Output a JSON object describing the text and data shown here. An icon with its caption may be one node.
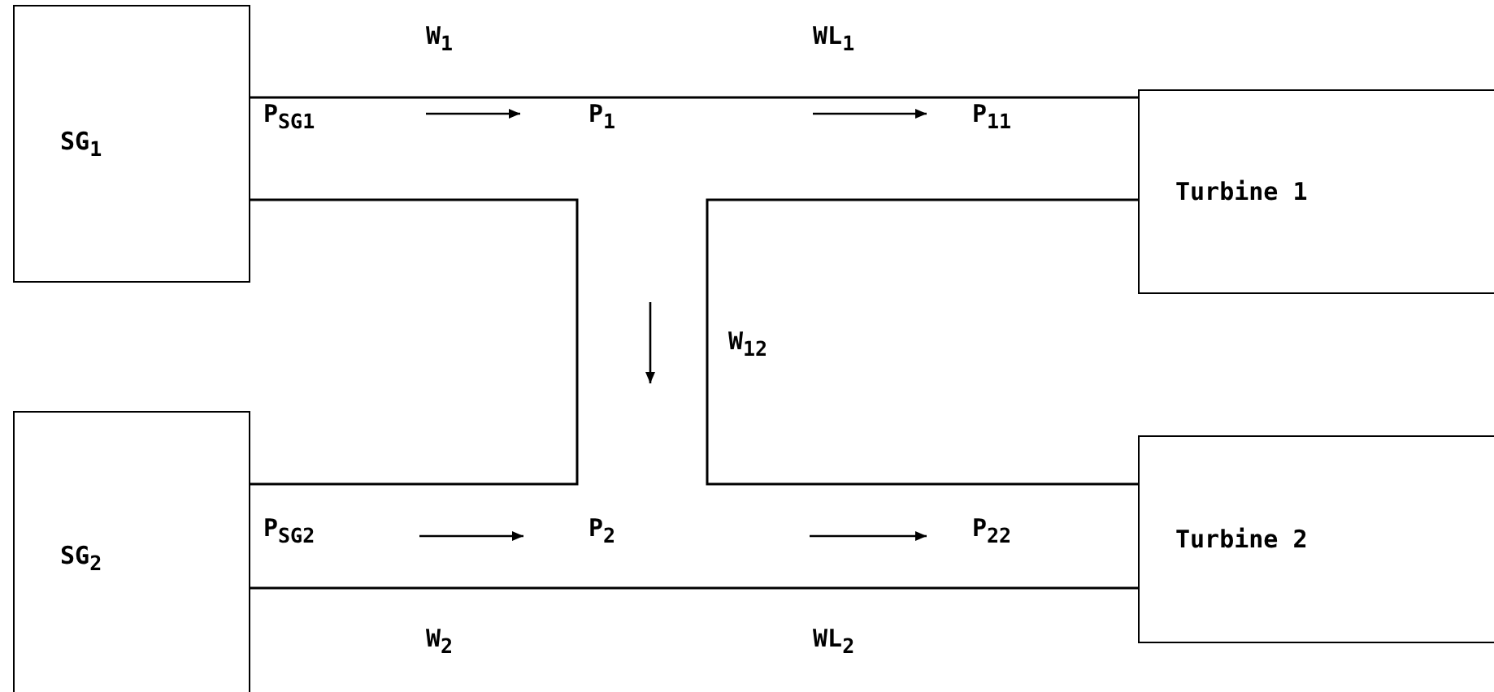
{
  "diagram": {
    "nodes": [
      {
        "text": [
          "SG$_{1}$"
        ]
      },
      {
        "text": [
          "Turbine 1"
        ]
      },
      {
        "text": [
          "SG$_{2}$"
        ]
      },
      {
        "text": [
          "Turbine 2"
        ]
      }
    ],
    "edges": [
      {
        "from": 0,
        "to": 1,
        "arrow": "none"
      },
      {
        "from": 2,
        "to": 3,
        "arrow": "none"
      }
    ],
    "labels": [
      "W$_{1}$",
      "WL$_{1}$",
      "P$_{SG1}$",
      "P$_{1}$",
      "P$_{11}$",
      "W$_{12}$",
      "P$_{SG2}$",
      "P$_{2}$",
      "P$_{22}$",
      "W$_{2}$",
      "WL$_{2}$"
    ]
  }
}
